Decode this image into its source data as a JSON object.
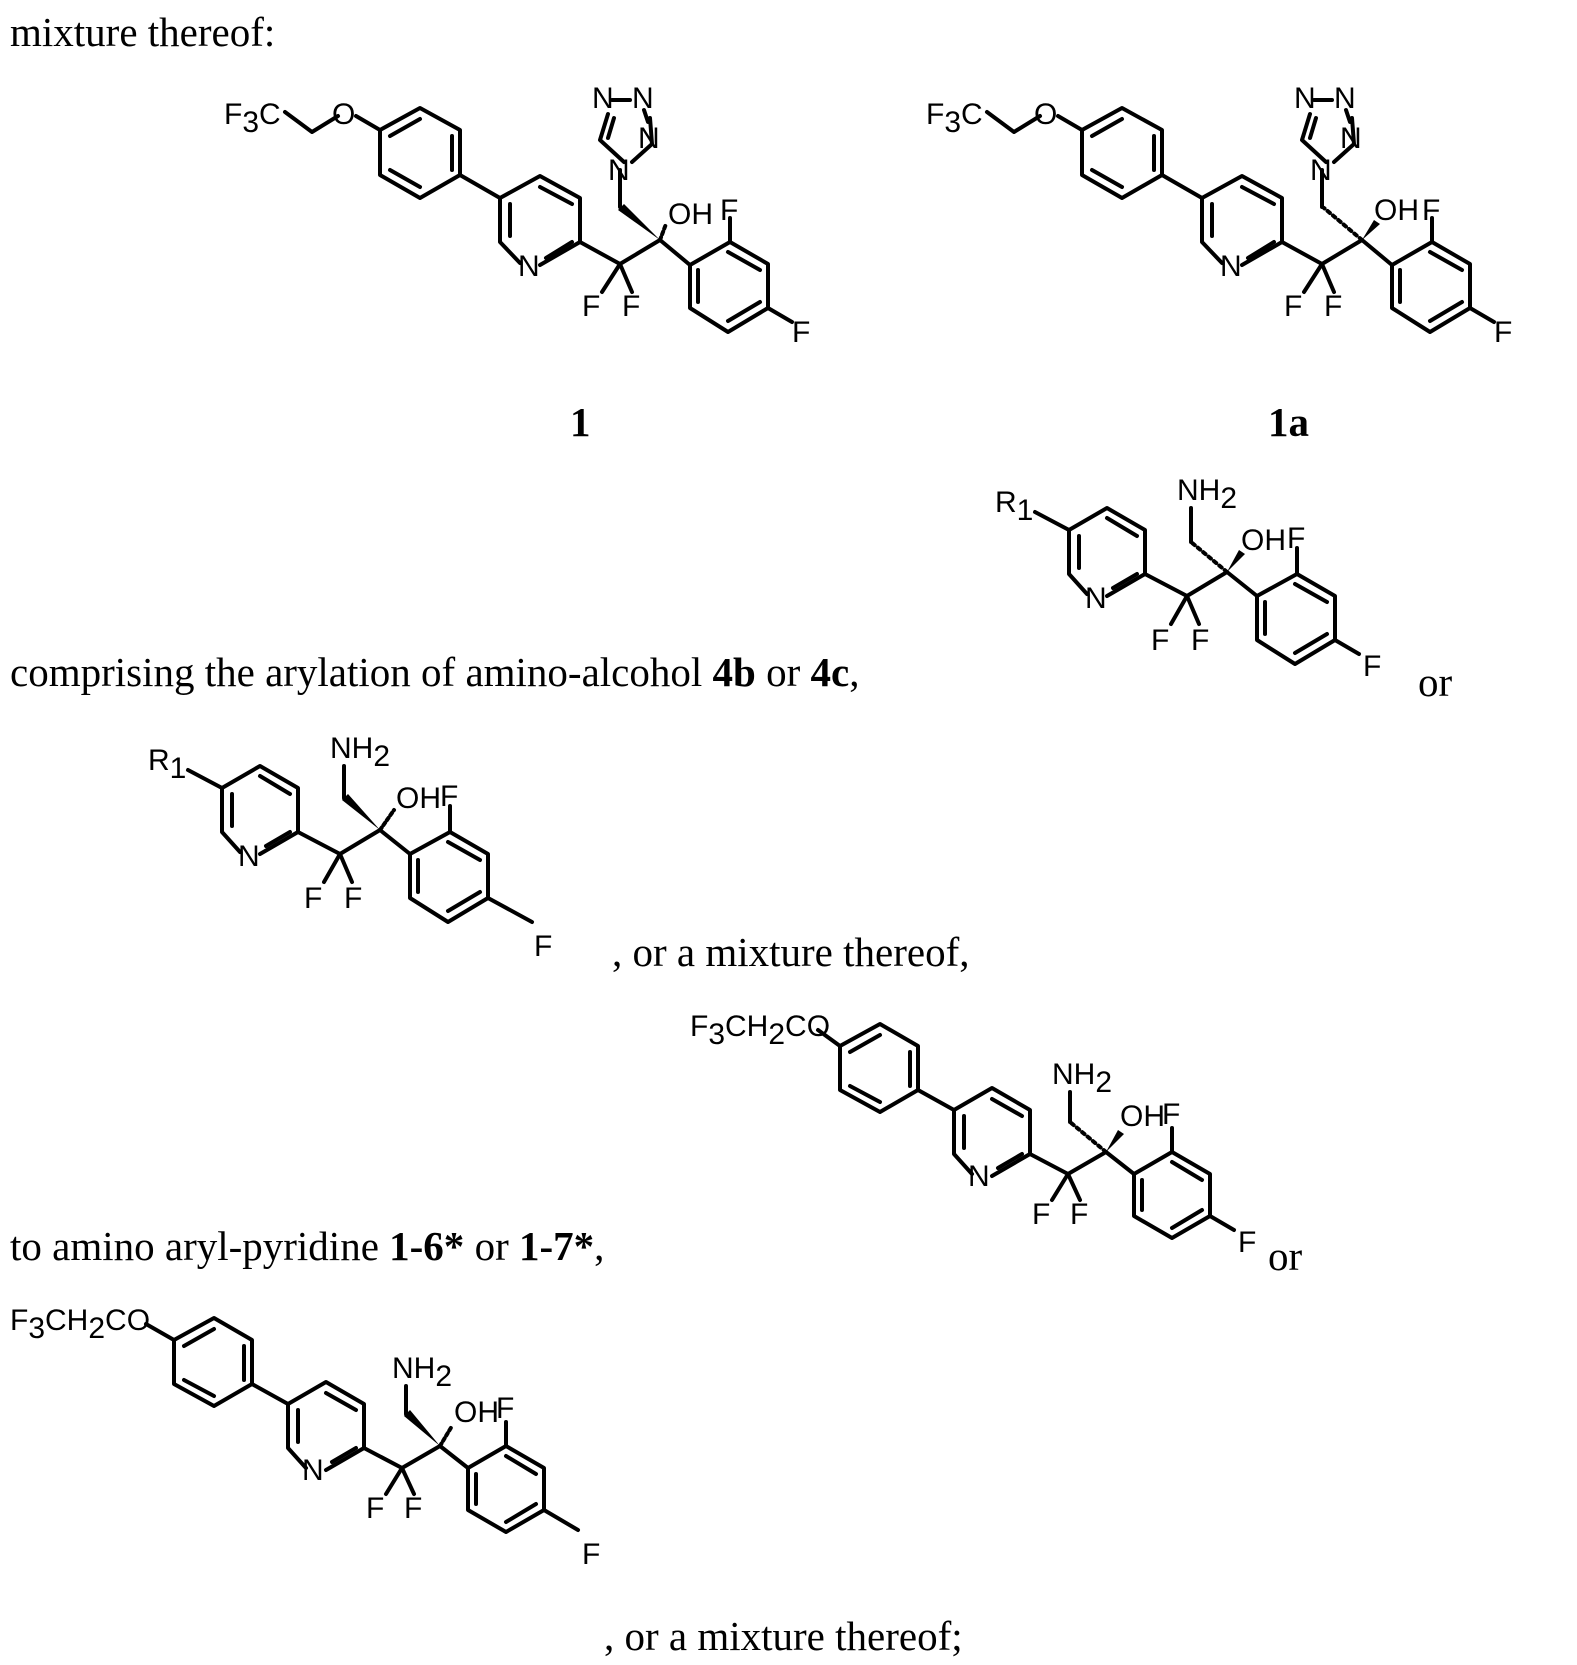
{
  "text": {
    "line1": "mixture thereof:",
    "line2_main": "comprising the arylation of amino-alcohol ",
    "line2_b1": "4b",
    "line2_mid": " or ",
    "line2_b2": "4c",
    "line2_end": ",",
    "or_1": "or",
    "line3": ", or a mixture thereof,",
    "line4_main": "to amino aryl-pyridine ",
    "line4_b1": "1-6*",
    "line4_mid": " or ",
    "line4_b2": "1-7*",
    "line4_end": ",",
    "or_2": "or",
    "line5": ", or a mixture thereof;"
  },
  "compounds": {
    "c1": {
      "label": "1"
    },
    "c1a": {
      "label": "1a"
    }
  },
  "atoms": {
    "F": "F",
    "F3C": "F",
    "F3C_sub": "3",
    "F3C_C": "C",
    "O": "O",
    "N": "N",
    "OH": "OH",
    "NH2": "NH",
    "NH2_sub": "2",
    "R1": "R",
    "R1_sub": "1",
    "F3CH2CO_a": "F",
    "F3CH2CO_b": "3",
    "F3CH2CO_c": "CH",
    "F3CH2CO_d": "2",
    "F3CH2CO_e": "CO"
  }
}
